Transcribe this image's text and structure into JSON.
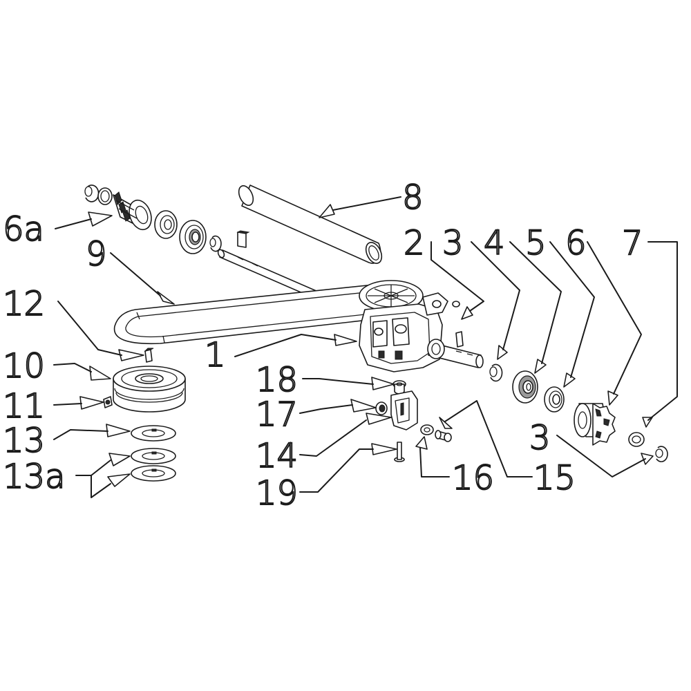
{
  "labels": {
    "l1": "1",
    "l2": "2",
    "l3a": "3",
    "l3b": "3",
    "l4": "4",
    "l5": "5",
    "l6": "6",
    "l6a": "6a",
    "l7": "7",
    "l8": "8",
    "l9": "9",
    "l10": "10",
    "l11": "11",
    "l12": "12",
    "l13": "13",
    "l13a": "13a",
    "l14": "14",
    "l15": "15",
    "l16": "16",
    "l17": "17",
    "l18": "18",
    "l19": "19"
  }
}
